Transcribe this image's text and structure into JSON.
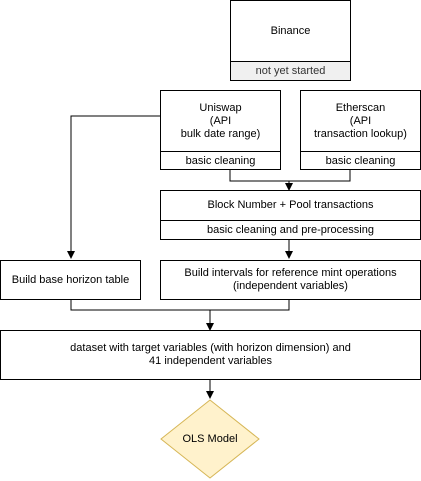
{
  "nodes": {
    "binance": {
      "title": "Binance",
      "status": "not yet started"
    },
    "uniswap": {
      "title": "Uniswap\n(API\nbulk date range)",
      "step": "basic cleaning"
    },
    "etherscan": {
      "title": "Etherscan\n(API\ntransaction lookup)",
      "step": "basic cleaning"
    },
    "block_pool": {
      "title": "Block Number + Pool transactions",
      "step": "basic cleaning and pre-processing"
    },
    "horizon_table": {
      "title": "Build base horizon table"
    },
    "intervals": {
      "title": "Build intervals for reference mint operations\n(independent variables)"
    },
    "dataset": {
      "title": "dataset with target variables (with horizon dimension) and\n41 independent variables"
    },
    "ols": {
      "title": "OLS Model"
    }
  },
  "colors": {
    "diamond_fill": "#fff2cc",
    "diamond_stroke": "#d6b656",
    "status_fill": "#f0f0f0"
  }
}
